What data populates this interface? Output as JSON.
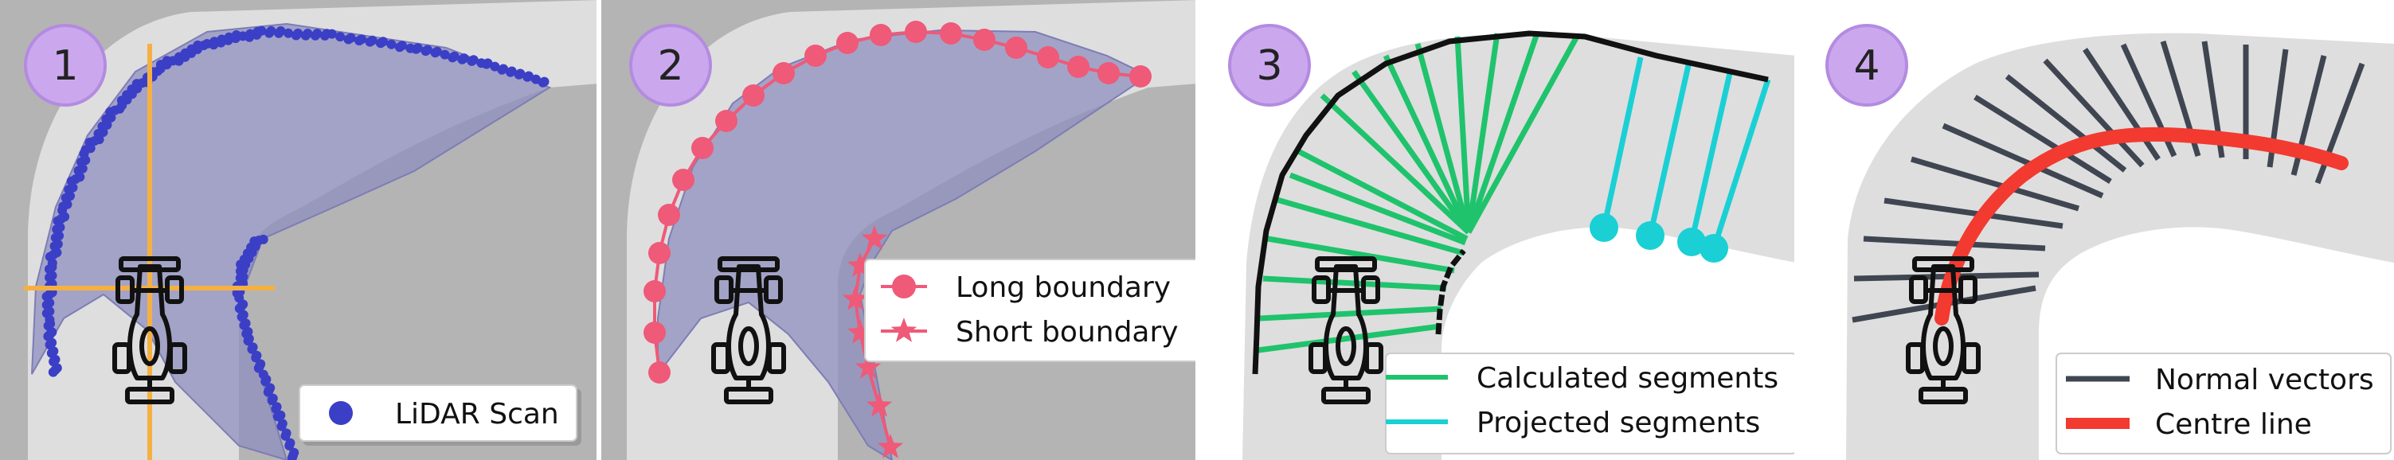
{
  "panels": [
    {
      "number": "1",
      "legend": [
        {
          "label": "LiDAR Scan",
          "kind": "marker-circle",
          "color": "#3b3fc6"
        }
      ]
    },
    {
      "number": "2",
      "legend": [
        {
          "label": "Long boundary",
          "kind": "line-circle",
          "color": "#ee5a78"
        },
        {
          "label": "Short boundary",
          "kind": "line-star",
          "color": "#ee5a78"
        }
      ]
    },
    {
      "number": "3",
      "legend": [
        {
          "label": "Calculated segments",
          "kind": "line",
          "color": "#1fc36c"
        },
        {
          "label": "Projected segments",
          "kind": "line",
          "color": "#1ad0d4"
        }
      ]
    },
    {
      "number": "4",
      "legend": [
        {
          "label": "Normal vectors",
          "kind": "line",
          "color": "#3f4652"
        },
        {
          "label": "Centre line",
          "kind": "thick-line",
          "color": "#f23a30"
        }
      ]
    }
  ],
  "colors": {
    "badge_fill": "#cba8ee",
    "badge_stroke": "#b38be0",
    "track": "#dcdcdc",
    "offtrack": "#b2b2b2",
    "panel_bg": "#ebebeb",
    "hull_fill": "#8f8fbf",
    "lidar": "#3b3fc6",
    "boundary": "#ee5a78",
    "calculated": "#1fc36c",
    "projected": "#1ad0d4",
    "normals": "#3f4652",
    "centre": "#f23a30",
    "crosshair": "#f5b041",
    "car": "#111111"
  },
  "icons": [
    "car-icon"
  ]
}
